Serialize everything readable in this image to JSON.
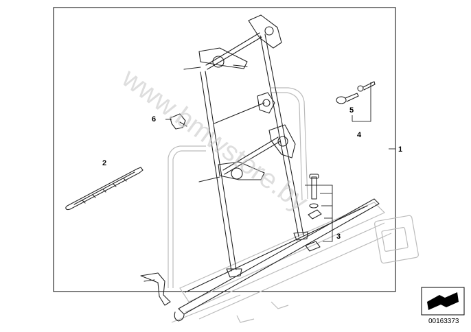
{
  "watermark": "www.bmwstore.by",
  "callouts": {
    "c1": "1",
    "c2": "2",
    "c3": "3",
    "c4": "4",
    "c5": "5",
    "c6": "6"
  },
  "reference": {
    "number": "00163373",
    "icon": "orientation-arrow-icon"
  }
}
